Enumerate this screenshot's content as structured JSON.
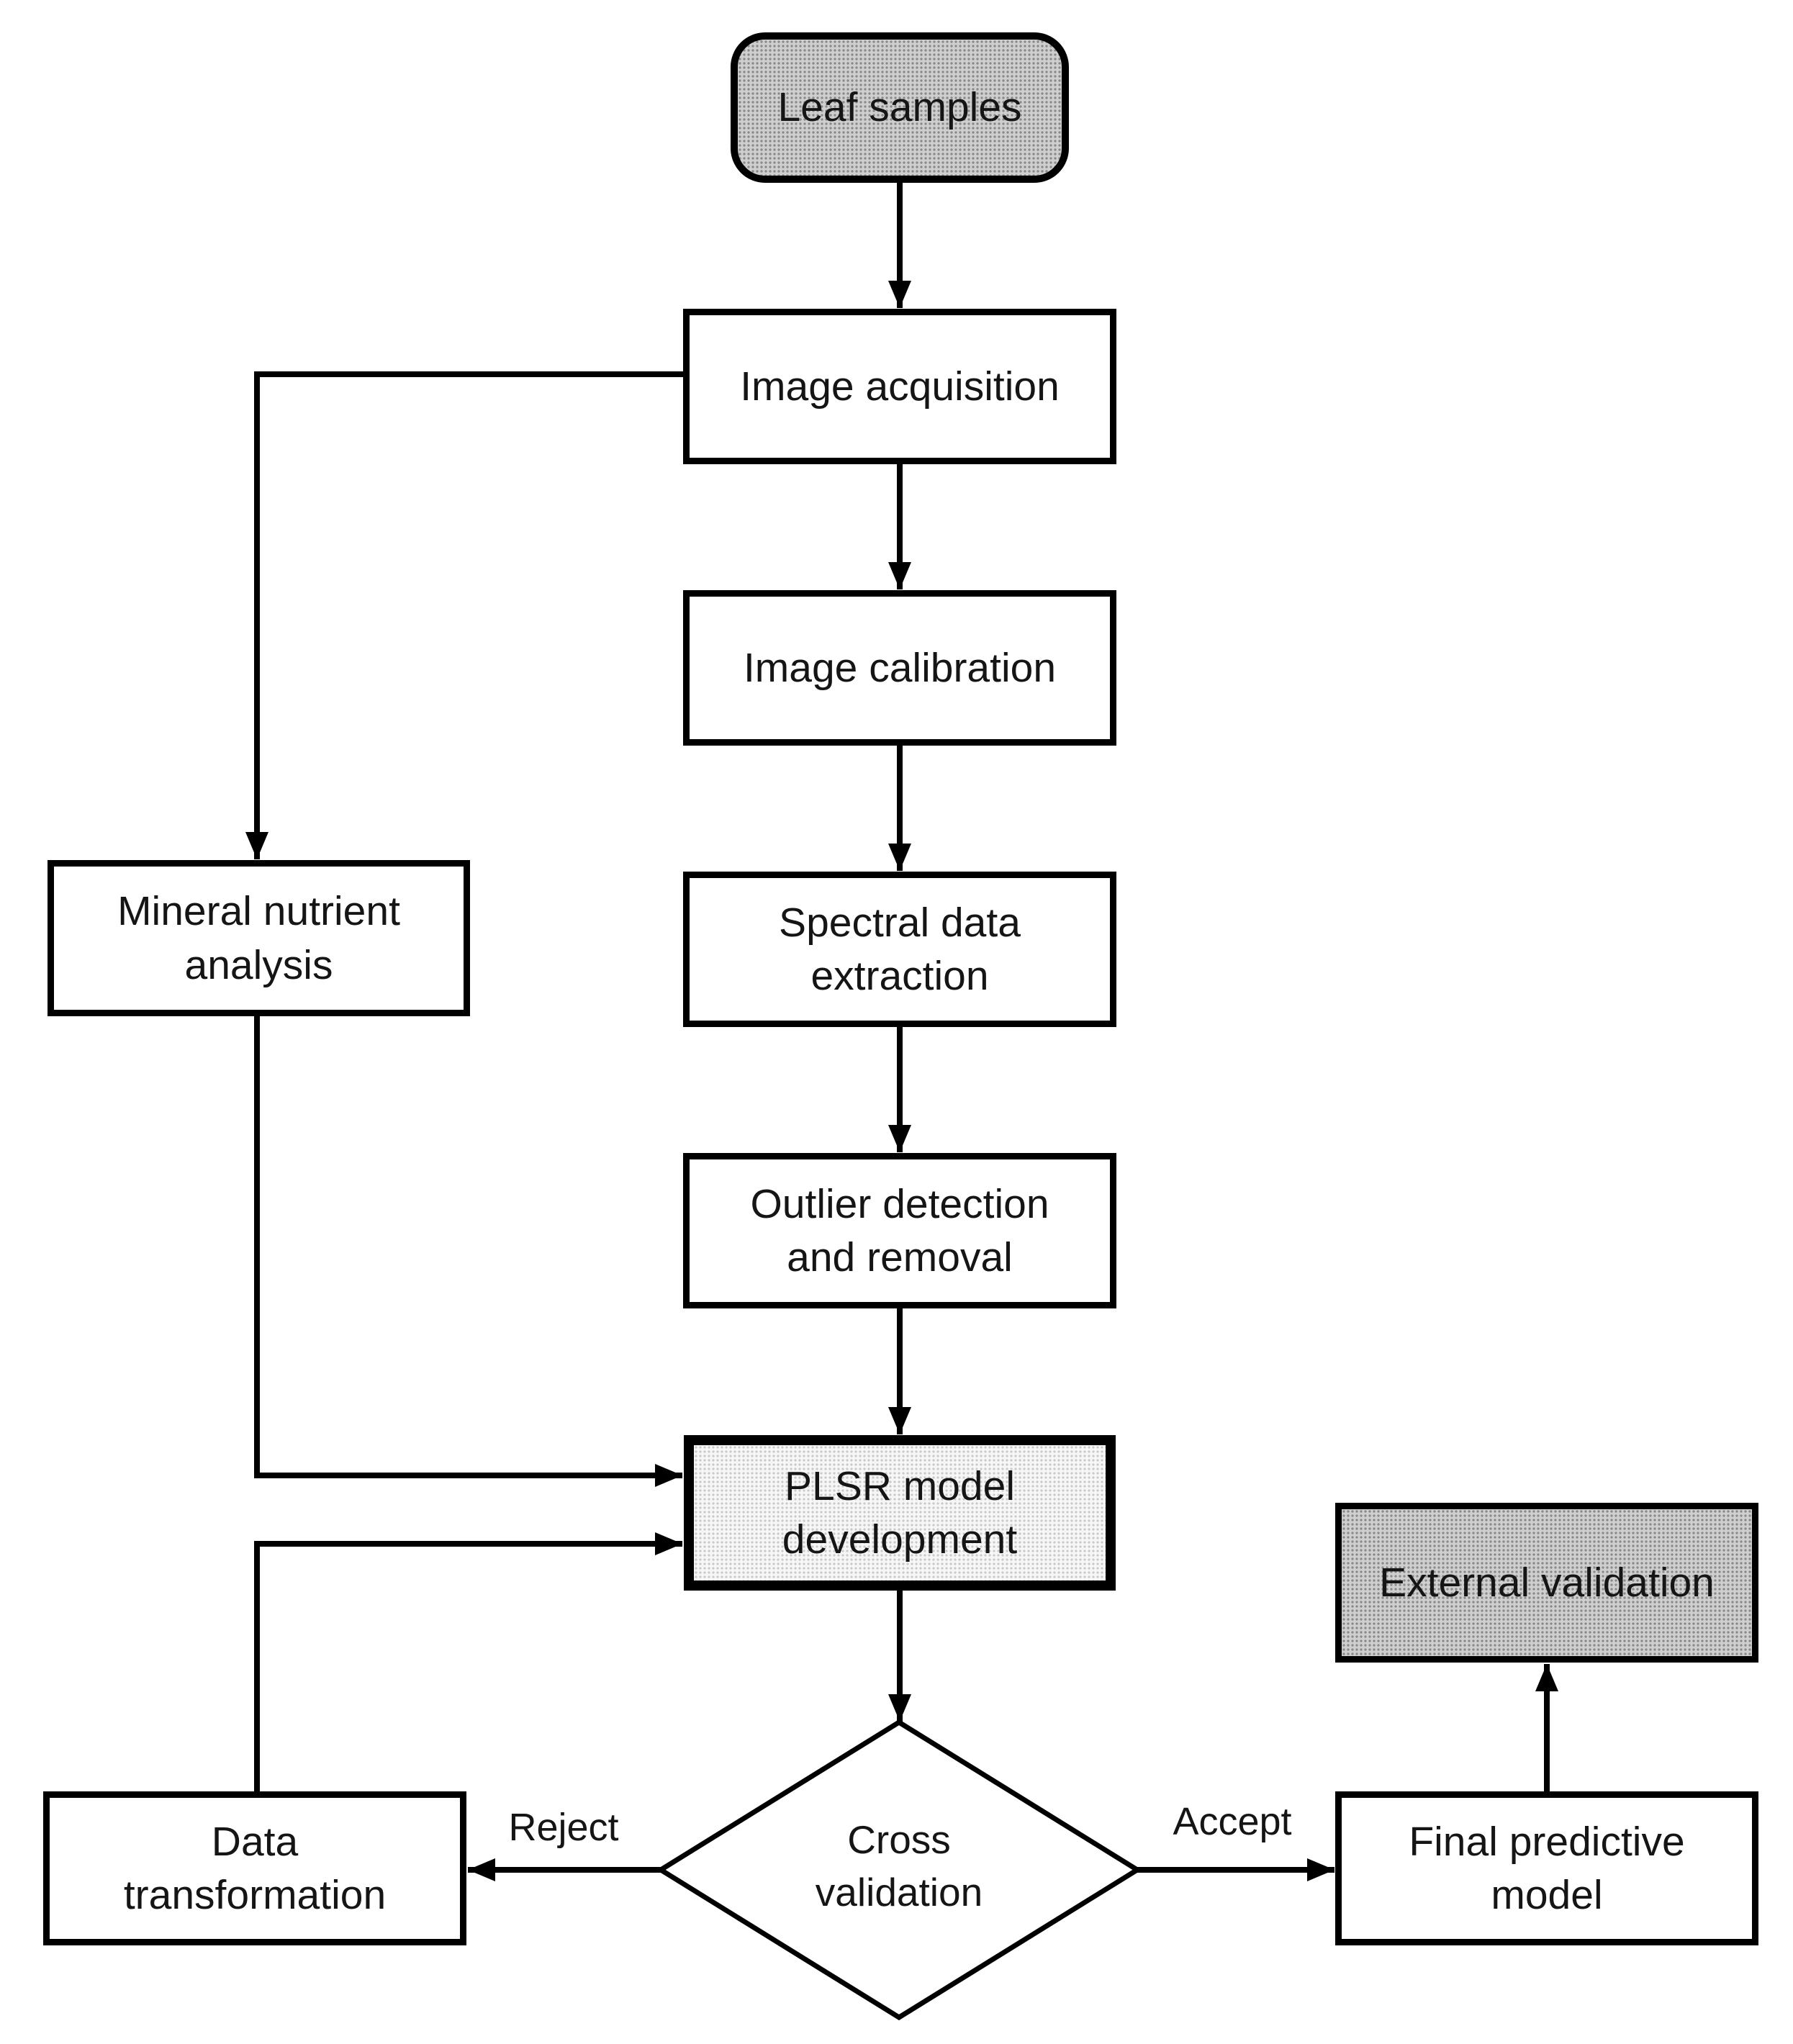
{
  "colors": {
    "background": "#ffffff",
    "line": "#000000",
    "border": "#000000",
    "text": "#151515",
    "box_fill": "#ffffff",
    "gray_fill_base": "#cfcfcf",
    "gray_fill_dot": "#8a8a8a",
    "plsr_fill_base": "#f6f6f6",
    "plsr_fill_dot": "#c9c9c9"
  },
  "flowchart": {
    "nodes": {
      "leaf_samples": {
        "type": "terminal",
        "lines": [
          "Leaf samples"
        ]
      },
      "image_acquisition": {
        "type": "process",
        "lines": [
          "Image acquisition"
        ]
      },
      "image_calibration": {
        "type": "process",
        "lines": [
          "Image calibration"
        ]
      },
      "spectral_data_extraction": {
        "type": "process",
        "lines": [
          "Spectral data",
          "extraction"
        ]
      },
      "outlier_detection_removal": {
        "type": "process",
        "lines": [
          "Outlier detection",
          "and removal"
        ]
      },
      "mineral_nutrient_analysis": {
        "type": "process",
        "lines": [
          "Mineral nutrient",
          "analysis"
        ]
      },
      "plsr_model_development": {
        "type": "process-highlighted",
        "lines": [
          "PLSR model",
          "development"
        ]
      },
      "cross_validation": {
        "type": "decision",
        "lines": [
          "Cross",
          "validation"
        ]
      },
      "data_transformation": {
        "type": "process",
        "lines": [
          "Data",
          "transformation"
        ]
      },
      "final_predictive_model": {
        "type": "process",
        "lines": [
          "Final predictive",
          "model"
        ]
      },
      "external_validation": {
        "type": "terminal",
        "lines": [
          "External validation"
        ]
      }
    },
    "edge_labels": {
      "reject": "Reject",
      "accept": "Accept"
    }
  }
}
